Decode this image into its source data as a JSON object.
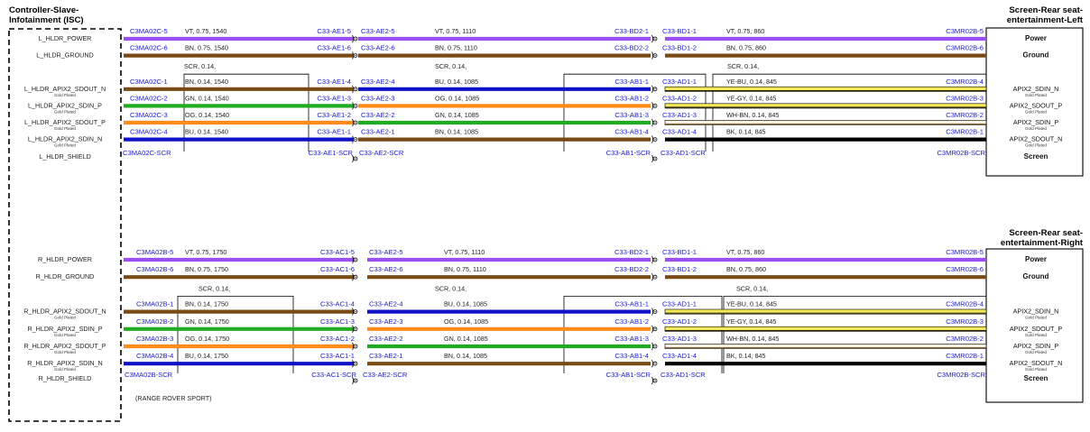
{
  "colors": {
    "VT": "#9a4ff0",
    "BN": "#7a4a14",
    "BU": "#1010c8",
    "GN": "#22aa22",
    "OG": "#ff8c1a",
    "BK": "#000000",
    "YE-BU": "#f2e85a",
    "YE-GY": "#f2e85a",
    "WH-BN": "#f5f0e0",
    "label_blue": "#1a1ad0"
  },
  "controller": {
    "title_line1": "Controller-Slave-",
    "title_line2": "Infotainment (ISC)"
  },
  "screens": [
    {
      "title_line1": "Screen-Rear seat-",
      "title_line2": "entertainment-Left",
      "pins": [
        {
          "label": "Power",
          "sub": ""
        },
        {
          "label": "Ground",
          "sub": ""
        },
        {
          "label": "APIX2_SDIN_N",
          "sub": "Gold Plated"
        },
        {
          "label": "APIX2_SDOUT_P",
          "sub": "Gold Plated"
        },
        {
          "label": "APIX2_SDIN_P",
          "sub": "Gold Plated"
        },
        {
          "label": "APIX2_SDOUT_N",
          "sub": "Gold Plated"
        },
        {
          "label": "Screen",
          "sub": ""
        }
      ]
    },
    {
      "title_line1": "Screen-Rear seat-",
      "title_line2": "entertainment-Right",
      "pins": [
        {
          "label": "Power",
          "sub": ""
        },
        {
          "label": "Ground",
          "sub": ""
        },
        {
          "label": "APIX2_SDIN_N",
          "sub": "Gold Plated"
        },
        {
          "label": "APIX2_SDOUT_P",
          "sub": "Gold Plated"
        },
        {
          "label": "APIX2_SDIN_P",
          "sub": "Gold Plated"
        },
        {
          "label": "APIX2_SDOUT_N",
          "sub": "Gold Plated"
        },
        {
          "label": "Screen",
          "sub": ""
        }
      ]
    }
  ],
  "harnesses": [
    {
      "ctrl_pins": [
        {
          "label": "L_HLDR_POWER",
          "sub": ""
        },
        {
          "label": "L_HLDR_GROUND",
          "sub": ""
        },
        {
          "label": "L_HLDR_APIX2_SDOUT_N",
          "sub": "Gold Plated"
        },
        {
          "label": "L_HLDR_APIX2_SDIN_P",
          "sub": "Gold Plated"
        },
        {
          "label": "L_HLDR_APIX2_SDOUT_P",
          "sub": "Gold Plated"
        },
        {
          "label": "L_HLDR_APIX2_SDIN_N",
          "sub": "Gold Plated"
        },
        {
          "label": "L_HLDR_SHIELD",
          "sub": ""
        }
      ],
      "scr_labels": [
        "SCR, 0.14,",
        "SCR, 0.14,",
        "SCR, 0.14,"
      ],
      "shield_conns": [
        "C3MA02C-SCR",
        "C33-AE1-SCR",
        "C33-AE2-SCR",
        "C33-AB1-SCR",
        "C33-AD1-SCR",
        "C3MR02B-SCR"
      ],
      "wires": [
        {
          "segs": [
            {
              "color": "VT",
              "label": "VT,  0.75,  1540",
              "from": "C3MA02C-5",
              "to": "C33-AE1-5"
            },
            {
              "color": "VT",
              "label": "VT,  0.75,  1110",
              "from": "C33-AE2-5",
              "to": "C33-BD2-1"
            },
            {
              "color": "VT",
              "label": "VT,  0.75,  860",
              "from": "C33-BD1-1",
              "to": "C3MR02B-5"
            }
          ]
        },
        {
          "segs": [
            {
              "color": "BN",
              "label": "BN,  0.75,  1540",
              "from": "C3MA02C-6",
              "to": "C33-AE1-6"
            },
            {
              "color": "BN",
              "label": "BN,  0.75,  1110",
              "from": "C33-AE2-6",
              "to": "C33-BD2-2"
            },
            {
              "color": "BN",
              "label": "BN,  0.75,  860",
              "from": "C33-BD1-2",
              "to": "C3MR02B-6"
            }
          ]
        },
        {
          "segs": [
            {
              "color": "BN",
              "label": "BN,  0.14,  1540",
              "from": "C3MA02C-1",
              "to": "C33-AE1-4"
            },
            {
              "color": "BU",
              "label": "BU,  0.14,  1085",
              "from": "C33-AE2-4",
              "to": "C33-AB1-1"
            },
            {
              "color": "YE-BU",
              "label": "YE-BU,  0.14,  845",
              "from": "C33-AD1-1",
              "to": "C3MR02B-4"
            }
          ]
        },
        {
          "segs": [
            {
              "color": "GN",
              "label": "GN,  0.14,  1540",
              "from": "C3MA02C-2",
              "to": "C33-AE1-3"
            },
            {
              "color": "OG",
              "label": "OG,  0.14,  1085",
              "from": "C33-AE2-3",
              "to": "C33-AB1-2"
            },
            {
              "color": "YE-GY",
              "label": "YE-GY,  0.14,  845",
              "from": "C33-AD1-2",
              "to": "C3MR02B-3"
            }
          ]
        },
        {
          "segs": [
            {
              "color": "OG",
              "label": "OG,  0.14,  1540",
              "from": "C3MA02C-3",
              "to": "C33-AE1-2"
            },
            {
              "color": "GN",
              "label": "GN,  0.14,  1085",
              "from": "C33-AE2-2",
              "to": "C33-AB1-3"
            },
            {
              "color": "WH-BN",
              "label": "WH-BN,  0.14,  845",
              "from": "C33-AD1-3",
              "to": "C3MR02B-2"
            }
          ]
        },
        {
          "segs": [
            {
              "color": "BU",
              "label": "BU,  0.14,  1540",
              "from": "C3MA02C-4",
              "to": "C33-AE1-1"
            },
            {
              "color": "BN",
              "label": "BN,  0.14,  1085",
              "from": "C33-AE2-1",
              "to": "C33-AB1-4"
            },
            {
              "color": "BK",
              "label": "BK,  0.14,  845",
              "from": "C33-AD1-4",
              "to": "C3MR02B-1"
            }
          ]
        }
      ]
    },
    {
      "ctrl_pins": [
        {
          "label": "R_HLDR_POWER",
          "sub": ""
        },
        {
          "label": "R_HLDR_GROUND",
          "sub": ""
        },
        {
          "label": "R_HLDR_APIX2_SDOUT_N",
          "sub": "Gold Plated"
        },
        {
          "label": "R_HLDR_APIX2_SDIN_P",
          "sub": "Gold Plated"
        },
        {
          "label": "R_HLDR_APIX2_SDOUT_P",
          "sub": "Gold Plated"
        },
        {
          "label": "R_HLDR_APIX2_SDIN_N",
          "sub": "Gold Plated"
        },
        {
          "label": "R_HLDR_SHIELD",
          "sub": ""
        }
      ],
      "scr_labels": [
        "SCR,  0.14,",
        "SCR,  0.14,",
        "SCR,  0.14,"
      ],
      "shield_conns": [
        "C3MA02B-SCR",
        "C33-AC1-SCR",
        "C33-AE2-SCR",
        "C33-AB1-SCR",
        "C33-AD1-SCR",
        "C3MR02B-SCR"
      ],
      "wires": [
        {
          "segs": [
            {
              "color": "VT",
              "label": "VT,  0.75,  1750",
              "from": "C3MA02B-5",
              "to": "C33-AC1-5"
            },
            {
              "color": "VT",
              "label": "VT,  0.75,  1110",
              "from": "C33-AE2-5",
              "to": "C33-BD2-1"
            },
            {
              "color": "VT",
              "label": "VT,  0.75,  860",
              "from": "C33-BD1-1",
              "to": "C3MR02B-5"
            }
          ]
        },
        {
          "segs": [
            {
              "color": "BN",
              "label": "BN,  0.75,  1750",
              "from": "C3MA02B-6",
              "to": "C33-AC1-6"
            },
            {
              "color": "BN",
              "label": "BN,  0.75,  1110",
              "from": "C33-AE2-6",
              "to": "C33-BD2-2"
            },
            {
              "color": "BN",
              "label": "BN,  0.75,  860",
              "from": "C33-BD1-2",
              "to": "C3MR02B-6"
            }
          ]
        },
        {
          "segs": [
            {
              "color": "BN",
              "label": "BN,  0.14,  1750",
              "from": "C3MA02B-1",
              "to": "C33-AC1-4"
            },
            {
              "color": "BU",
              "label": "BU,  0.14,  1085",
              "from": "C33-AE2-4",
              "to": "C33-AB1-1"
            },
            {
              "color": "YE-BU",
              "label": "YE-BU,  0.14,  845",
              "from": "C33-AD1-1",
              "to": "C3MR02B-4"
            }
          ]
        },
        {
          "segs": [
            {
              "color": "GN",
              "label": "GN,  0.14,  1750",
              "from": "C3MA02B-2",
              "to": "C33-AC1-3"
            },
            {
              "color": "OG",
              "label": "OG,  0.14,  1085",
              "from": "C33-AE2-3",
              "to": "C33-AB1-2"
            },
            {
              "color": "YE-GY",
              "label": "YE-GY,  0.14,  845",
              "from": "C33-AD1-2",
              "to": "C3MR02B-3"
            }
          ]
        },
        {
          "segs": [
            {
              "color": "OG",
              "label": "OG,  0.14,  1750",
              "from": "C3MA02B-3",
              "to": "C33-AC1-2"
            },
            {
              "color": "GN",
              "label": "GN,  0.14,  1085",
              "from": "C33-AE2-2",
              "to": "C33-AB1-3"
            },
            {
              "color": "WH-BN",
              "label": "WH-BN,  0.14,  845",
              "from": "C33-AD1-3",
              "to": "C3MR02B-2"
            }
          ]
        },
        {
          "segs": [
            {
              "color": "BU",
              "label": "BU,  0.14,  1750",
              "from": "C3MA02B-4",
              "to": "C33-AC1-1"
            },
            {
              "color": "BN",
              "label": "BN,  0.14,  1085",
              "from": "C33-AE2-1",
              "to": "C33-AB1-4"
            },
            {
              "color": "BK",
              "label": "BK,  0.14,  845",
              "from": "C33-AD1-4",
              "to": "C3MR02B-1"
            }
          ]
        }
      ]
    }
  ],
  "footnote": "(RANGE ROVER SPORT)"
}
